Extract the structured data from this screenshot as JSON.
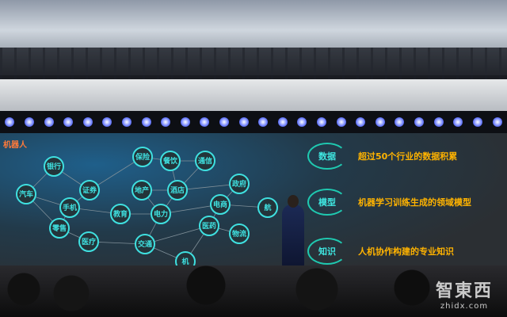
{
  "logo": "机器人",
  "nodes": [
    "银行",
    "汽车",
    "证券",
    "手机",
    "零售",
    "医疗",
    "保险",
    "餐饮",
    "通信",
    "地产",
    "酒店",
    "教育",
    "电力",
    "政府",
    "电商",
    "医药",
    "物流",
    "交通",
    "机",
    "航"
  ],
  "features": [
    {
      "badge": "数据",
      "text": "超过50个行业的数据积累"
    },
    {
      "badge": "模型",
      "text": "机器学习训练生成的领域模型"
    },
    {
      "badge": "知识",
      "text": "人机协作构建的专业知识"
    }
  ],
  "watermark": {
    "brand": "智東西",
    "domain": "zhidx.com"
  },
  "colors": {
    "node": "#3fe0e0",
    "feature_text": "#ffb300",
    "logo": "#ff7a3a"
  }
}
